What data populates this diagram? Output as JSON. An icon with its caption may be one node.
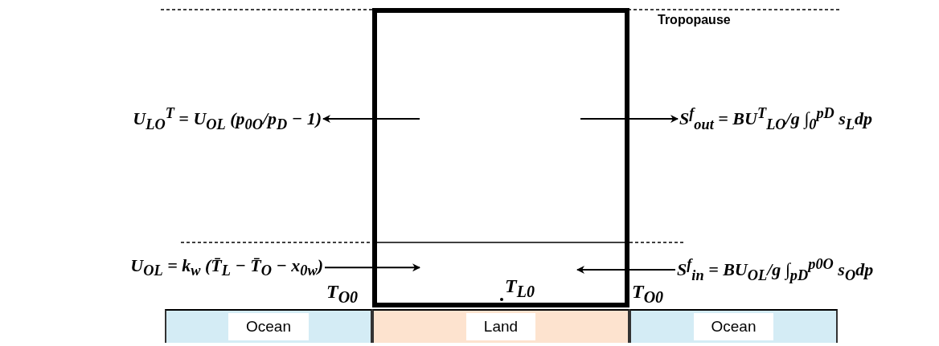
{
  "diagram": {
    "nodes": [
      {
        "text": [],
        "shape": "box"
      },
      {
        "text": [
          "U$_{LO}$$^{T}$ = U$_{OL}$ (p$_{0O}$/p$_{D}$ − 1)"
        ]
      },
      {
        "text": [
          "S$^{f}$$_{out}$ = BU$^{T}$$_{LO}$/g ∫$_{0}$$^{pD}$ s$_{L}$dp"
        ]
      },
      {
        "text": [
          "U$_{OL}$ = k$_{w}$ (T̄$_{L}$ − T̄$_{O}$ − x$_{0w}$)"
        ]
      },
      {
        "text": [
          "S$^{f}$$_{in}$ = BU$_{OL}$/g ∫$_{pD}$$^{p0O}$ s$_{O}$dp"
        ]
      },
      {
        "text": [
          "Ocean"
        ]
      },
      {
        "text": [
          "Land"
        ]
      },
      {
        "text": [
          "Ocean"
        ]
      }
    ],
    "edges": [
      {
        "from": 0,
        "to": 1,
        "arrow": "to"
      },
      {
        "from": 0,
        "to": 2,
        "arrow": "to"
      },
      {
        "from": 3,
        "to": 0,
        "arrow": "to"
      },
      {
        "from": 4,
        "to": 0,
        "arrow": "to"
      }
    ],
    "labels": [
      "Tropopause",
      "T$_{O0}$",
      "T$_{L0}$",
      "T$_{O0}$"
    ]
  }
}
